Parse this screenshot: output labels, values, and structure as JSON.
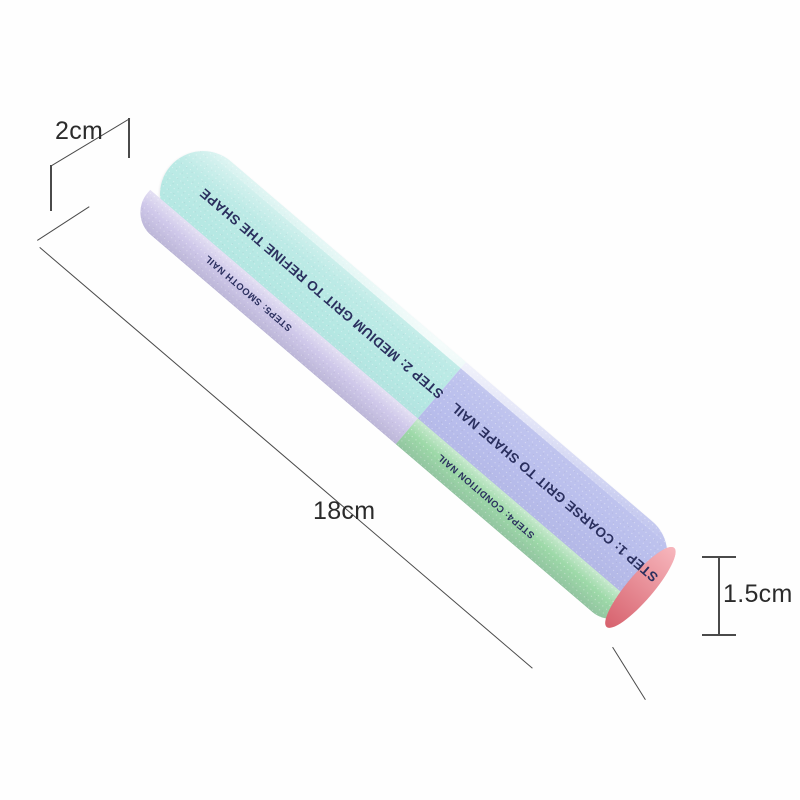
{
  "scene": {
    "background_color": "#fefefe",
    "subject": "7-way nail buffer file block"
  },
  "product": {
    "faces": [
      {
        "id": "top-upper",
        "color": "#b5e8e3",
        "label": "STEP 2: MEDIUM GRIT TO REFINE THE SHAPE"
      },
      {
        "id": "top-lower",
        "color": "#b8bdec",
        "label": "STEP 1: COARSE GRIT TO SHAPE NAIL"
      },
      {
        "id": "side-upper",
        "color": "#cfc8ea",
        "label": "STEP5: SMOOTH NAIL"
      },
      {
        "id": "side-lower",
        "color": "#9dd9a8",
        "label": "STEP4: CONDITION NAIL"
      }
    ],
    "end_cap_color": "#ef6d7a",
    "text_color": "#2a2f5e"
  },
  "dimensions": {
    "width": "2cm",
    "length": "18cm",
    "height": "1.5cm"
  }
}
